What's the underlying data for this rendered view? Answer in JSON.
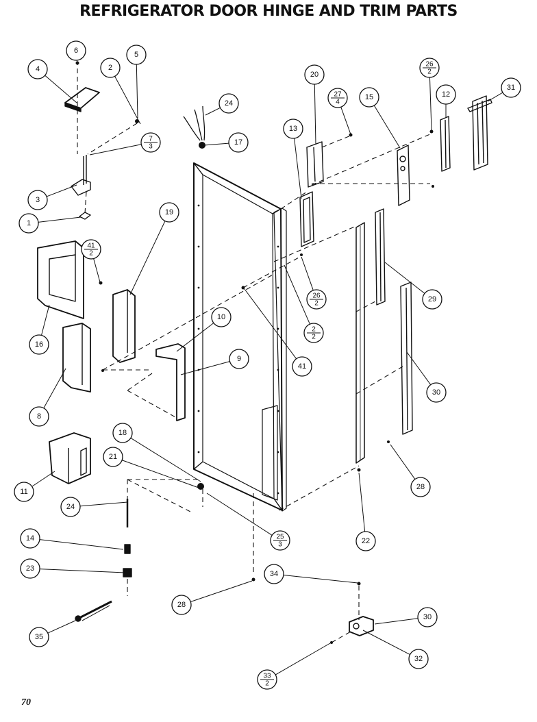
{
  "title": "REFRIGERATOR DOOR HINGE AND TRIM PARTS",
  "page_number": "70",
  "callouts": [
    {
      "id": "c-6",
      "label": "6"
    },
    {
      "id": "c-5",
      "label": "5"
    },
    {
      "id": "c-4",
      "label": "4"
    },
    {
      "id": "c-2a",
      "label": "2"
    },
    {
      "id": "c-7-3",
      "label": "7",
      "sub": "3"
    },
    {
      "id": "c-3",
      "label": "3"
    },
    {
      "id": "c-1",
      "label": "1"
    },
    {
      "id": "c-24a",
      "label": "24"
    },
    {
      "id": "c-17",
      "label": "17"
    },
    {
      "id": "c-20",
      "label": "20"
    },
    {
      "id": "c-27-4",
      "label": "27",
      "sub": "4"
    },
    {
      "id": "c-26-2a",
      "label": "26",
      "sub": "2"
    },
    {
      "id": "c-15",
      "label": "15"
    },
    {
      "id": "c-12",
      "label": "12"
    },
    {
      "id": "c-31",
      "label": "31"
    },
    {
      "id": "c-13",
      "label": "13"
    },
    {
      "id": "c-19",
      "label": "19"
    },
    {
      "id": "c-41-2",
      "label": "41",
      "sub": "2"
    },
    {
      "id": "c-16",
      "label": "16"
    },
    {
      "id": "c-26-2b",
      "label": "26",
      "sub": "2"
    },
    {
      "id": "c-2-2",
      "label": "2",
      "sub": "2"
    },
    {
      "id": "c-41",
      "label": "41"
    },
    {
      "id": "c-29",
      "label": "29"
    },
    {
      "id": "c-10",
      "label": "10"
    },
    {
      "id": "c-9",
      "label": "9"
    },
    {
      "id": "c-8",
      "label": "8"
    },
    {
      "id": "c-30a",
      "label": "30"
    },
    {
      "id": "c-18",
      "label": "18"
    },
    {
      "id": "c-21",
      "label": "21"
    },
    {
      "id": "c-11",
      "label": "11"
    },
    {
      "id": "c-24b",
      "label": "24"
    },
    {
      "id": "c-28a",
      "label": "28"
    },
    {
      "id": "c-14",
      "label": "14"
    },
    {
      "id": "c-25-3",
      "label": "25",
      "sub": "3"
    },
    {
      "id": "c-22",
      "label": "22"
    },
    {
      "id": "c-23",
      "label": "23"
    },
    {
      "id": "c-34",
      "label": "34"
    },
    {
      "id": "c-28b",
      "label": "28"
    },
    {
      "id": "c-30b",
      "label": "30"
    },
    {
      "id": "c-35",
      "label": "35"
    },
    {
      "id": "c-32",
      "label": "32"
    },
    {
      "id": "c-33-2",
      "label": "33",
      "sub": "2"
    }
  ]
}
